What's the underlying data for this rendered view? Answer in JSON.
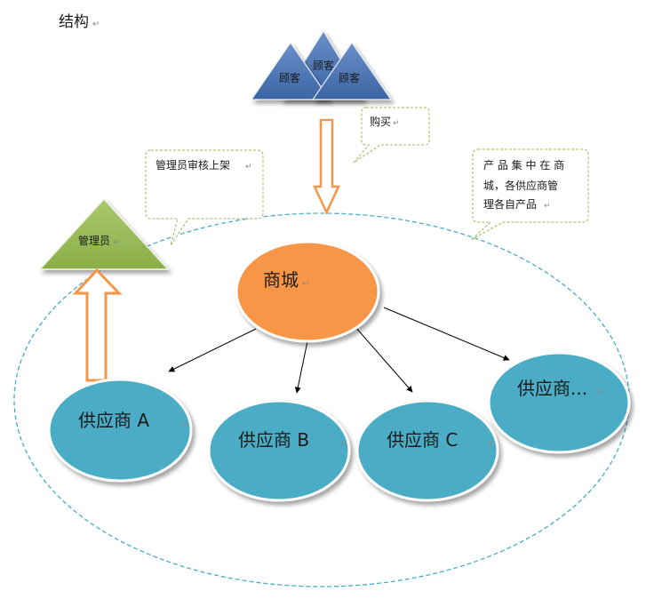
{
  "title": "结构",
  "customers": [
    "顾客",
    "顾客",
    "顾客"
  ],
  "admin": "管理员",
  "mall": "商城",
  "suppliers": [
    "供应商 A",
    "供应商 B",
    "供应商 C",
    "供应商..."
  ],
  "callouts": {
    "buy": "购买",
    "review": "管理员审核上架",
    "note_lines": [
      "产 品 集 中 在 商",
      "城，各供应商管",
      "理各自产品"
    ]
  },
  "colors": {
    "customer_triangle": "#4a72b0",
    "admin_triangle": "#9bbb59",
    "mall": "#f79646",
    "supplier": "#4bacc6",
    "arrow_outline": "#f79646",
    "dashed_ellipse": "#4bacc6",
    "callout_border": "#9bbb59"
  }
}
